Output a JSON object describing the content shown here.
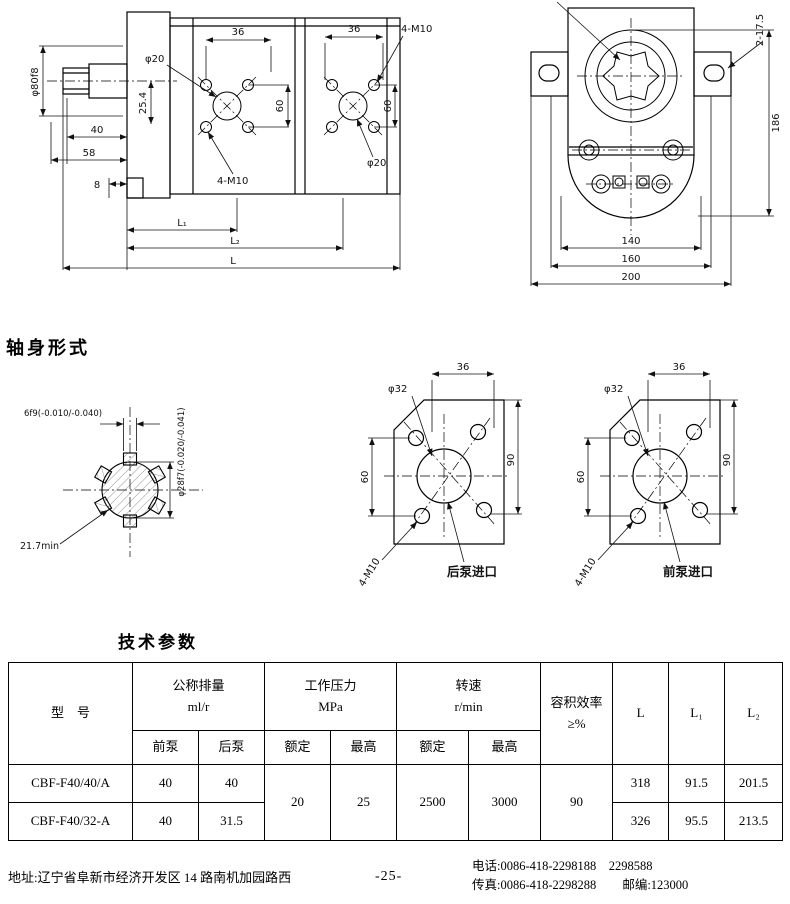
{
  "sections": {
    "shaft_title": "轴身形式",
    "params_title": "技术参数"
  },
  "side_view": {
    "dim_36_a": "36",
    "dim_36_b": "36",
    "label_4m10_top": "4-M10",
    "label_phi20_a": "φ20",
    "label_phi80": "φ80f8",
    "dim_25_4": "25.4",
    "dim_40": "40",
    "dim_58": "58",
    "dim_8": "8",
    "dim_60_a": "60",
    "dim_60_b": "60",
    "label_4m10_bottom": "4-M10",
    "label_phi20_b": "φ20",
    "dim_L1": "L₁",
    "dim_L2": "L₂",
    "dim_L": "L"
  },
  "front_view": {
    "dim_2_17_5": "2-17.5",
    "dim_186": "186",
    "dim_140": "140",
    "dim_160": "160",
    "dim_200": "200"
  },
  "shaft_view": {
    "dim_spline": "6f9(-0.010/-0.040)",
    "dim_phi28": "φ28f7(-0.020/-0.041)",
    "dim_21_7": "21.7min"
  },
  "rear_port_view": {
    "dim_36": "36",
    "label_phi32": "φ32",
    "dim_60": "60",
    "dim_90": "90",
    "label_4m10": "4-M10",
    "label_port": "后泵进口"
  },
  "front_port_view": {
    "dim_36": "36",
    "label_phi32": "φ32",
    "dim_60": "60",
    "dim_90": "90",
    "label_4m10": "4-M10",
    "label_port": "前泵进口"
  },
  "table": {
    "header": {
      "model": "型　号",
      "disp_l1": "公称排量",
      "disp_l2": "ml/r",
      "press_l1": "工作压力",
      "press_l2": "MPa",
      "speed_l1": "转速",
      "speed_l2": "r/min",
      "eff_l1": "容积效率",
      "eff_l2": "≥%",
      "front_pump": "前泵",
      "rear_pump": "后泵",
      "press_rated": "额定",
      "press_max": "最高",
      "speed_rated": "额定",
      "speed_max": "最高",
      "col_L": "L",
      "col_L1": "L₁",
      "col_L2": "L₂"
    },
    "shared": {
      "press_rated": "20",
      "press_max": "25",
      "speed_rated": "2500",
      "speed_max": "3000",
      "efficiency": "90"
    },
    "rows": [
      {
        "model": "CBF-F40/40/A",
        "front": "40",
        "rear": "40",
        "L": "318",
        "L1": "91.5",
        "L2": "201.5"
      },
      {
        "model": "CBF-F40/32-A",
        "front": "40",
        "rear": "31.5",
        "L": "326",
        "L1": "95.5",
        "L2": "213.5"
      }
    ]
  },
  "footer": {
    "address": "地址:辽宁省阜新市经济开发区 14 路南机加园路西",
    "page_number": "-25-",
    "phone": "电话:0086-418-2298188　2298588",
    "fax": "传真:0086-418-2298288",
    "postcode": "邮编:123000"
  }
}
